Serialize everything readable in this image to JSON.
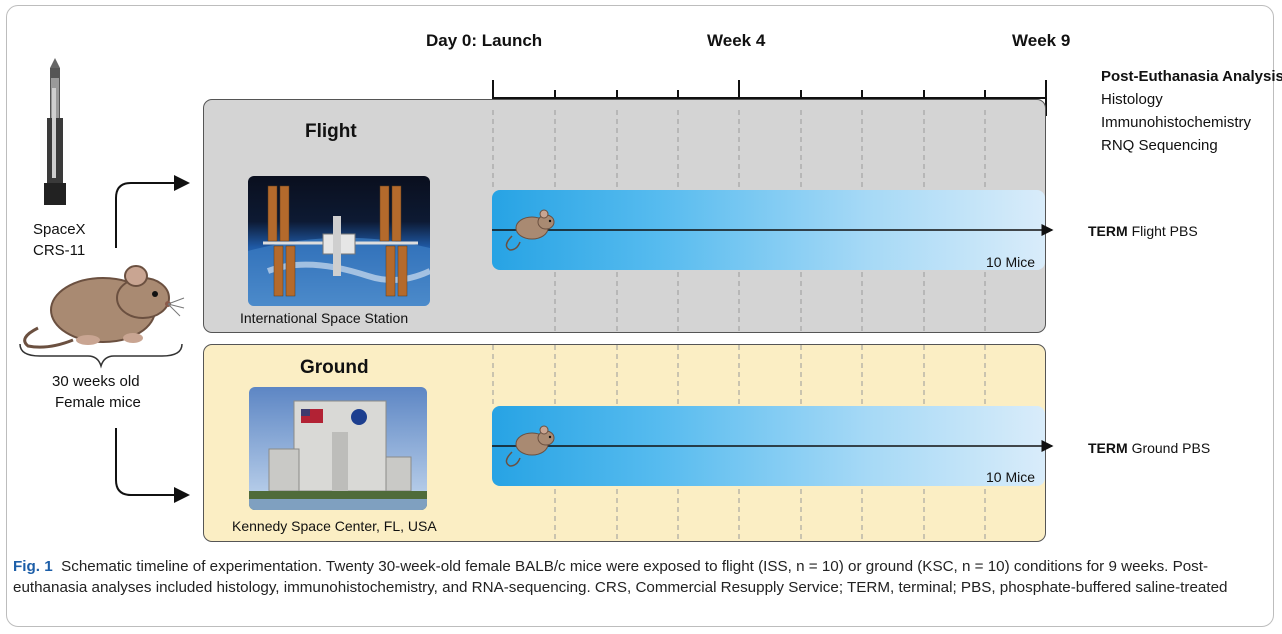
{
  "timeline": {
    "labels": [
      "Day 0: Launch",
      "Week 4",
      "Week 9"
    ]
  },
  "analysis": {
    "title": "Post-Euthanasia Analysis",
    "items": [
      "Histology",
      "Immunohistochemistry",
      "RNQ Sequencing"
    ]
  },
  "left": {
    "rocket_label_line1": "SpaceX",
    "rocket_label_line2": "CRS-11",
    "mice_label_line1": "30 weeks old",
    "mice_label_line2": "Female mice"
  },
  "flight": {
    "title": "Flight",
    "photo_caption": "International Space Station",
    "mice_count": "10 Mice",
    "term_bold": "TERM",
    "term_rest": "Flight PBS"
  },
  "ground": {
    "title": "Ground",
    "photo_caption": "Kennedy Space Center, FL, USA",
    "mice_count": "10 Mice",
    "term_bold": "TERM",
    "term_rest": "Ground PBS"
  },
  "caption": {
    "fig_label": "Fig. 1",
    "text": "Schematic timeline of experimentation. Twenty 30-week-old female BALB/c mice were exposed to flight (ISS, n = 10) or ground (KSC, n = 10) conditions for 9 weeks. Post-euthanasia analyses included histology, immunohistochemistry, and RNA-sequencing. CRS, Commercial Resupply Service; TERM, terminal; PBS, phosphate-buffered saline-treated"
  },
  "colors": {
    "band_start": "#27a3e4",
    "band_end": "#d9ecfa",
    "flight_panel": "#d4d4d4",
    "ground_panel": "#fbeec4",
    "fig_label": "#1c5ea8"
  }
}
